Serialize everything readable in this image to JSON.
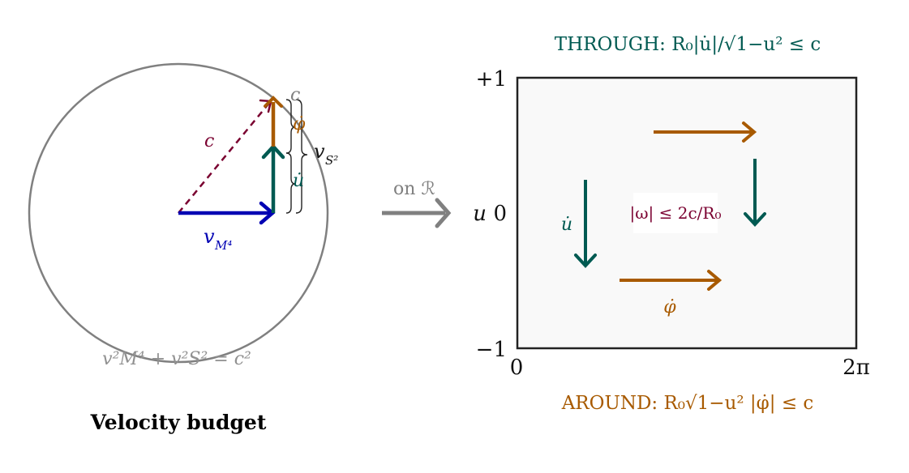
{
  "left_panel": {
    "caption": "Velocity budget",
    "identity": "v²M⁴ + v²S² = c²",
    "labels": {
      "c_top": "c",
      "c_diag": "c",
      "phi_dot": "φ̇",
      "u_dot": "u̇",
      "v_S2": "v",
      "v_S2_sub": "S²",
      "v_M4": "v",
      "v_M4_sub": "M⁴"
    }
  },
  "connector": {
    "label": "on ℛ"
  },
  "right_panel": {
    "through_text": "THROUGH: R₀|u̇|/√1−u² ≤ c",
    "around_text": "AROUND: R₀√1−u² |φ̇| ≤ c",
    "omega_text": "|ω| ≤ 2c/R₀",
    "y_axis_label": "u",
    "y_ticks": [
      "+1",
      "0",
      "−1"
    ],
    "x_ticks": [
      "0",
      "2π"
    ],
    "u_dot_label": "u̇",
    "phi_dot_label": "φ̇"
  },
  "colors": {
    "gray": "#808080",
    "blue": "#0000b3",
    "teal": "#005a52",
    "orange": "#a85a00",
    "maroon": "#7a0030",
    "box_fill": "#f9f9f9"
  }
}
